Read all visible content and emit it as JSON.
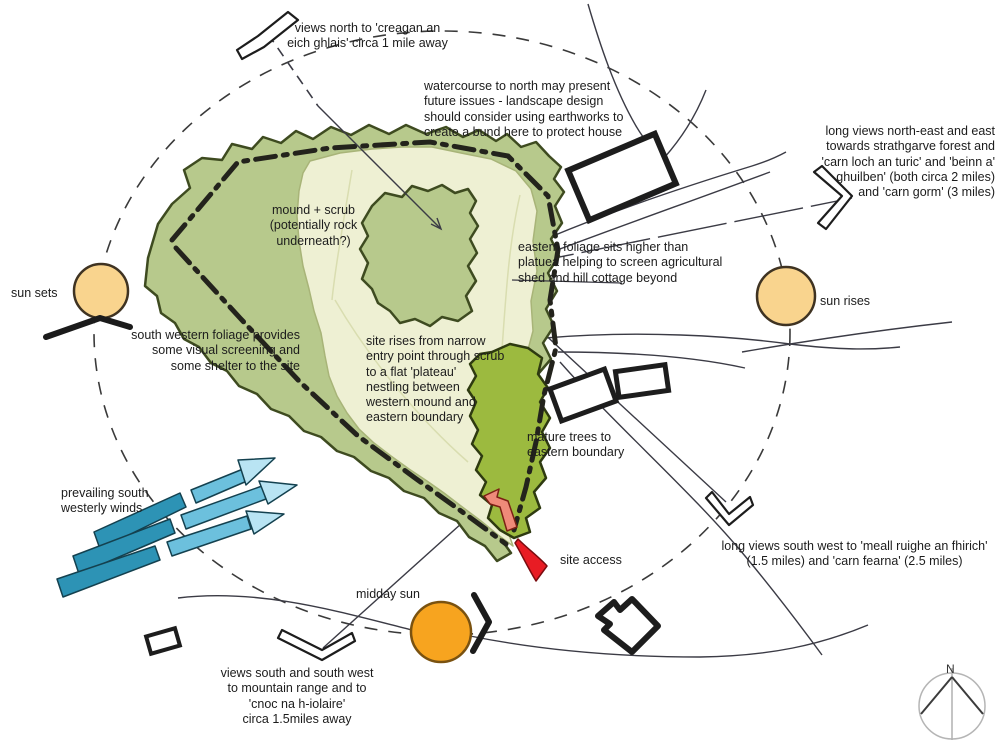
{
  "annotations": {
    "views_north": "views north to 'creagan an\neich ghlais' circa 1 mile away",
    "watercourse": "watercourse to north may present\nfuture issues - landscape design\nshould consider using earthworks to\ncreate a bund here to protect house",
    "long_views_ne": "long views north-east and east\ntowards strathgarve forest and\n'carn loch an turic' and 'beinn a'\nghuilben' (both circa 2 miles)\nand 'carn gorm' (3 miles)",
    "mound_scrub": "mound + scrub\n(potentially rock\nunderneath?)",
    "eastern_foliage": "eastern foliage sits higher than\nplatuea helping to screen agricultural\nshed and hill cottage beyond",
    "sw_foliage": "south western foliage provides\nsome visual screening and\nsome shelter to the site",
    "site_rises": "site rises from narrow\nentry point through scrub\nto a flat 'plateau'\nnestling between\nwestern mound and\neastern boundary",
    "mature_trees": "mature trees to\neastern boundary",
    "prevailing_winds": "prevailing south\nwesterly winds",
    "long_views_sw": "long views south west to 'meall ruighe an fhirich'\n(1.5 miles) and 'carn fearna' (2.5 miles)",
    "site_access": "site access",
    "midday_sun": "midday sun",
    "views_south": "views south and south west\nto mountain range and to\n'cnoc na h-iolaire'\ncirca 1.5miles away",
    "sun_sets": "sun sets",
    "sun_rises": "sun rises"
  },
  "compass": {
    "north_label": "N"
  },
  "colors": {
    "foliage": "#b7c98c",
    "plateau": "#eef0d3",
    "mature_trees": "#9cba3f",
    "sun_pale": "#f9d48e",
    "sun_midday": "#f7a41f",
    "wind_tail": "#2d93b5",
    "wind_mid": "#6cc0dd",
    "wind_head": "#b9e4f3",
    "access_red": "#e81c24",
    "access_salmon": "#ef8a79"
  }
}
